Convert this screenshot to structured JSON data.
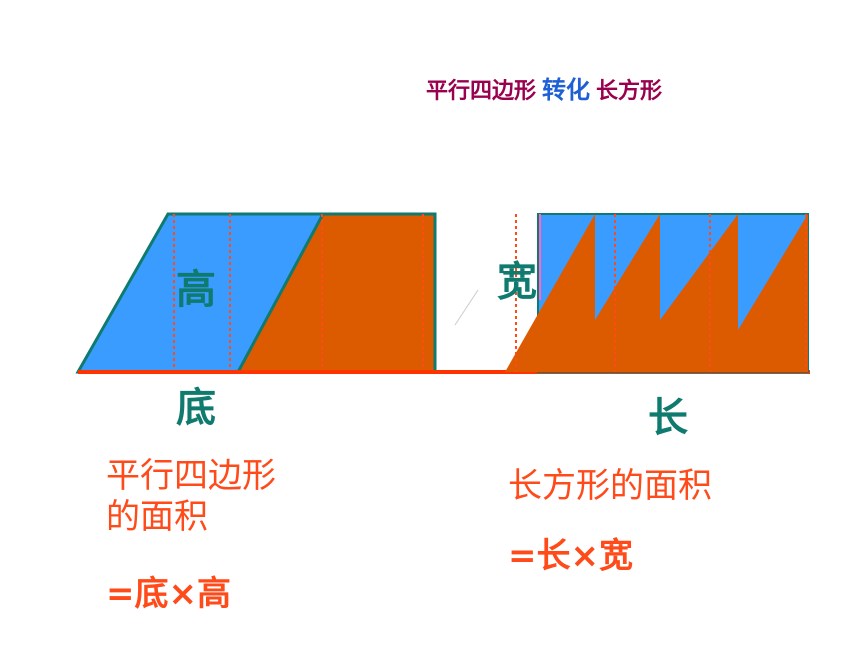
{
  "title": {
    "part1": "平行四边形",
    "part2": "转化",
    "part3": "长方形"
  },
  "labels": {
    "height": "高",
    "base": "底",
    "width": "宽",
    "length": "长"
  },
  "formulas": {
    "parallelogram_name_line1": "平行四边形",
    "parallelogram_name_line2": "的面积",
    "parallelogram_formula": "=底×高",
    "rectangle_name": "长方形的面积",
    "rectangle_formula": "=长×宽"
  },
  "colors": {
    "blue": "#3b9cff",
    "orange": "#dd5b00",
    "teal": "#0f7a6e",
    "red": "#ff4a1a",
    "magenta": "#99004d"
  }
}
